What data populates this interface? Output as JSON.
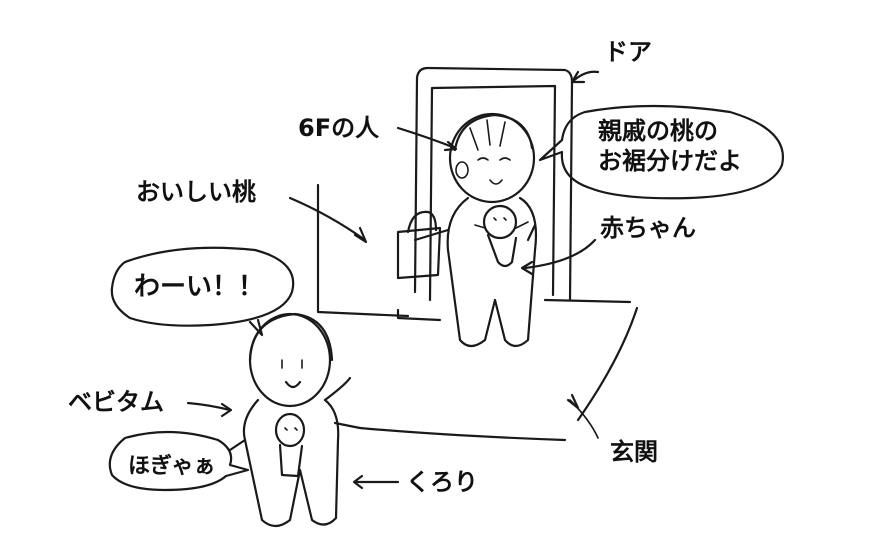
{
  "labels": {
    "door": "ドア",
    "sixth_floor_person": "6Fの人",
    "delicious_peach": "おいしい桃",
    "baby": "赤ちゃん",
    "bebitamu": "ベビタム",
    "kurori": "くろり",
    "entrance": "玄関"
  },
  "bubbles": {
    "relative_peach_line1": "親戚の桃の",
    "relative_peach_line2": "お裾分けだよ",
    "waai": "わーい！！",
    "hogyaa": "ほぎゃぁ"
  }
}
